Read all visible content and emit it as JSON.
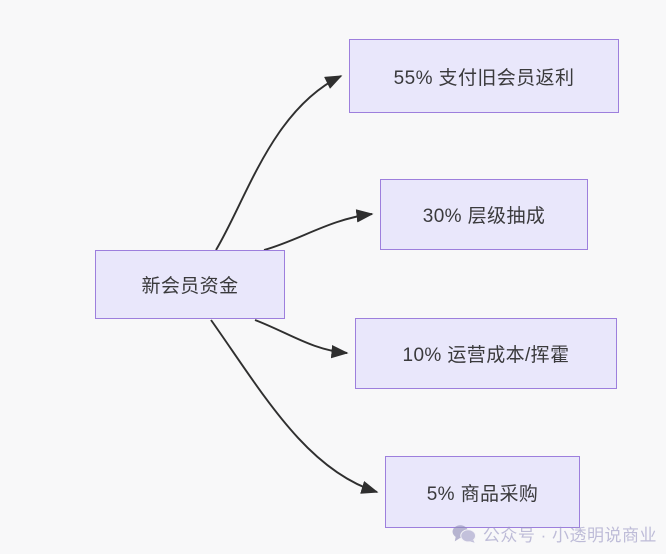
{
  "diagram": {
    "type": "flowchart",
    "direction": "left-to-right",
    "background_color": "#f8f8f9",
    "node_fill_color": "#e9e7fb",
    "node_border_color": "#9d7fdd",
    "edge_color": "#2f2f2f",
    "text_color": "#3a3a3c",
    "source_node": {
      "id": "source",
      "label": "新会员资金"
    },
    "target_nodes": [
      {
        "id": "rebate",
        "percent": "55%",
        "name": "支付旧会员返利",
        "label": "55% 支付旧会员返利"
      },
      {
        "id": "commission",
        "percent": "30%",
        "name": "层级抽成",
        "label": "30% 层级抽成"
      },
      {
        "id": "opex",
        "percent": "10%",
        "name": "运营成本/挥霍",
        "label": "10% 运营成本/挥霍"
      },
      {
        "id": "procurement",
        "percent": "5%",
        "name": "商品采购",
        "label": "5% 商品采购"
      }
    ],
    "edges": [
      {
        "from": "source",
        "to": "rebate",
        "label": ""
      },
      {
        "from": "source",
        "to": "commission",
        "label": ""
      },
      {
        "from": "source",
        "to": "opex",
        "label": ""
      },
      {
        "from": "source",
        "to": "procurement",
        "label": ""
      }
    ]
  },
  "watermark": {
    "icon": "wechat-icon",
    "text": "公众号 · 小透明说商业",
    "color": "#9b98c4"
  }
}
